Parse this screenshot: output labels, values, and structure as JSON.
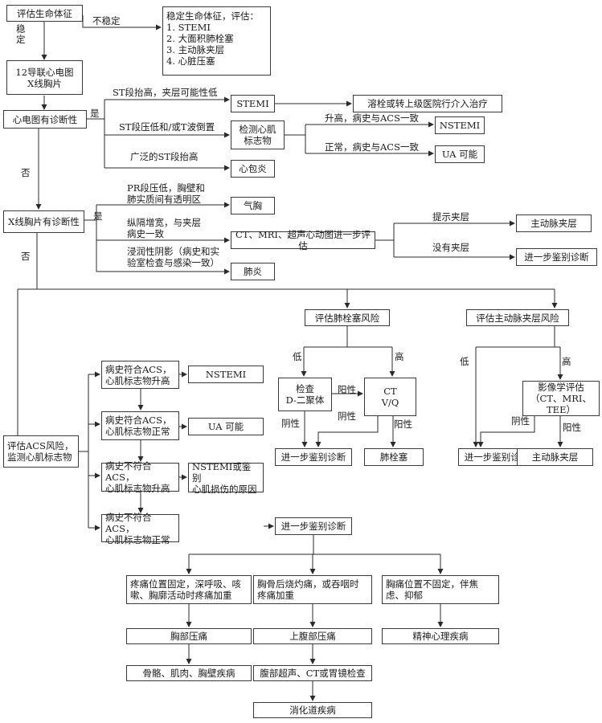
{
  "nodes": {
    "assess_vitals": "评估生命体征",
    "unstable_assess": "稳定生命体征，评估：\n1. STEMI\n2. 大面积肺栓塞\n3. 主动脉夹层\n4. 心脏压塞",
    "ecg_xray": "12导联心电图\nX线胸片",
    "ecg_diagnostic": "心电图有诊断性",
    "stemi": "STEMI",
    "thrombolysis": "溶栓或转上级医院行介入治疗",
    "cardiac_markers": "检测心肌\n标志物",
    "nstemi_top": "NSTEMI",
    "ua_top": "UA 可能",
    "pericarditis": "心包炎",
    "xray_diagnostic": "X线胸片有诊断性",
    "pneumothorax": "气胸",
    "imaging_eval": "CT、MRI、超声心动图进一步评估",
    "aortic_dissection_top": "主动脉夹层",
    "further_ddx_top": "进一步鉴别诊断",
    "pneumonia": "肺炎",
    "assess_pe_risk": "评估肺栓塞风险",
    "assess_ad_risk": "评估主动脉夹层风险",
    "d_dimer": "检查\nD-二聚体",
    "ct_vq": "CT\nV/Q",
    "imaging_assess": "影像学评估\n（CT、MRI、TEE）",
    "further_ddx_pe": "进一步鉴别诊断",
    "pe": "肺栓塞",
    "further_ddx_ad": "进一步鉴别诊断",
    "aortic_dissection_bottom": "主动脉夹层",
    "acs_risk": "评估ACS风险，\n监测心肌标志物",
    "acs_case1": "病史符合ACS，\n心肌标志物升高",
    "nstemi_mid": "NSTEMI",
    "acs_case2": "病史符合ACS，\n心肌标志物正常",
    "ua_mid": "UA 可能",
    "acs_case3": "病史不符合ACS，\n心肌标志物升高",
    "nstemi_or_other": "NSTEMI或鉴别\n心肌损伤的原因",
    "acs_case4": "病史不符合ACS，\n心肌标志物正常",
    "further_ddx_main": "进一步鉴别诊断",
    "pain_fixed": "疼痛位置固定，深呼吸、咳\n嗽、胸廓活动时疼痛加重",
    "pain_retro": "胸骨后烧灼痛，或吞咽时\n疼痛加重",
    "pain_unfixed": "胸痛位置不固定，伴焦\n虑、抑郁",
    "chest_tender": "胸部压痛",
    "epigastric": "上腹部压痛",
    "psych": "精神心理疾病",
    "musculoskeletal": "骨骼、肌肉、胸壁疾病",
    "abdominal_exam": "腹部超声、CT或胃镜检查",
    "digestive": "消化道疾病"
  },
  "edge_labels": {
    "unstable": "不稳定",
    "stable": "稳定",
    "yes_ecg": "是",
    "no_ecg": "否",
    "st_elevation": "ST段抬高，夹层可能性低",
    "st_depression": "ST段压低和/或T波倒置",
    "rise_acs": "升高，病史与ACS一致",
    "normal_acs": "正常，病史与ACS一致",
    "diffuse_st": "广泛的ST段抬高",
    "yes_xray": "是",
    "no_xray": "否",
    "pr_depression": "PR段压低，胸壁和\n肺实质间有透明区",
    "mediastinum": "纵隔增宽，与夹层\n病史一致",
    "infiltrate": "浸润性阴影（病史和实\n验室检查与感染一致）",
    "suggest_ad": "提示夹层",
    "no_ad": "没有夹层",
    "low_pe": "低",
    "high_pe": "高",
    "positive_dd": "阳性",
    "negative_dd": "阴性",
    "negative_ct": "阴性",
    "positive_ct": "阳性",
    "low_ad": "低",
    "high_ad": "高",
    "negative_img": "阴性",
    "positive_img": "阳性"
  }
}
